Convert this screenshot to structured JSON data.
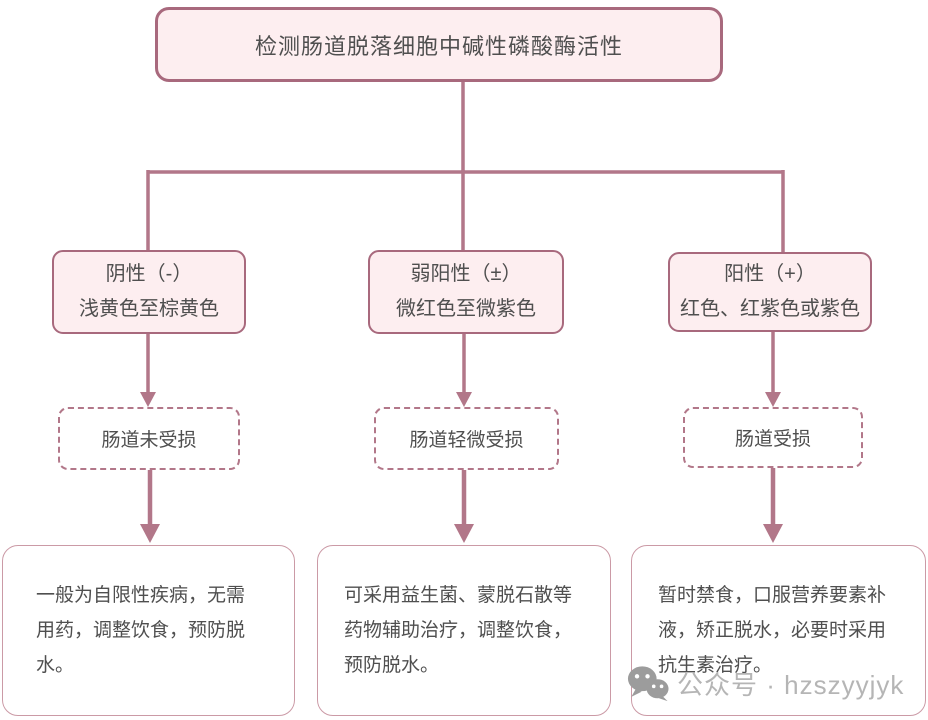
{
  "diagram": {
    "type": "flowchart",
    "title": "检测肠道脱落细胞中碱性磷酸酶活性",
    "branches": [
      {
        "result": "阴性（-）",
        "color_desc": "浅黄色至棕黄色",
        "status": "肠道未受损",
        "advice": "一般为自限性疾病，无需用药，调整饮食，预防脱水。"
      },
      {
        "result": "弱阳性（±）",
        "color_desc": "微红色至微紫色",
        "status": "肠道轻微受损",
        "advice": "可采用益生菌、蒙脱石散等药物辅助治疗，调整饮食，预防脱水。"
      },
      {
        "result": "阳性（+）",
        "color_desc": "红色、红紫色或紫色",
        "status": "肠道受损",
        "advice": "暂时禁食，口服营养要素补液，矫正脱水，必要时采用抗生素治疗。"
      }
    ]
  },
  "watermark": {
    "icon": "wechat-icon",
    "label": "公众号 · hzszyyjyk"
  },
  "colors": {
    "connector_line": "#b27789",
    "node_border": "#a8697d",
    "node_fill": "#fdeef0",
    "advice_border": "#cb9aa6",
    "text": "#4f4f4f",
    "watermark_text": "#b5b5b5",
    "watermark_icon": "#9c9c9c"
  }
}
